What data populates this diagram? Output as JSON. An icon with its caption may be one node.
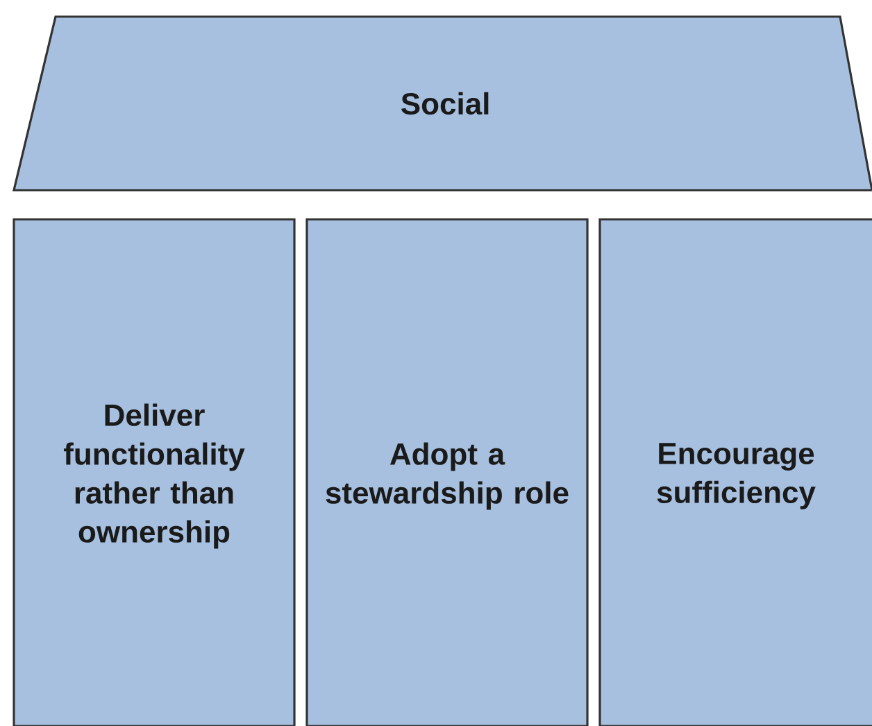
{
  "diagram": {
    "nodes": [
      {
        "text": [
          "Social"
        ]
      },
      {
        "text": [
          "Deliver functionality rather than ownership"
        ]
      },
      {
        "text": [
          "Adopt a stewardship role"
        ]
      },
      {
        "text": [
          "Encourage sufficiency"
        ]
      }
    ]
  }
}
